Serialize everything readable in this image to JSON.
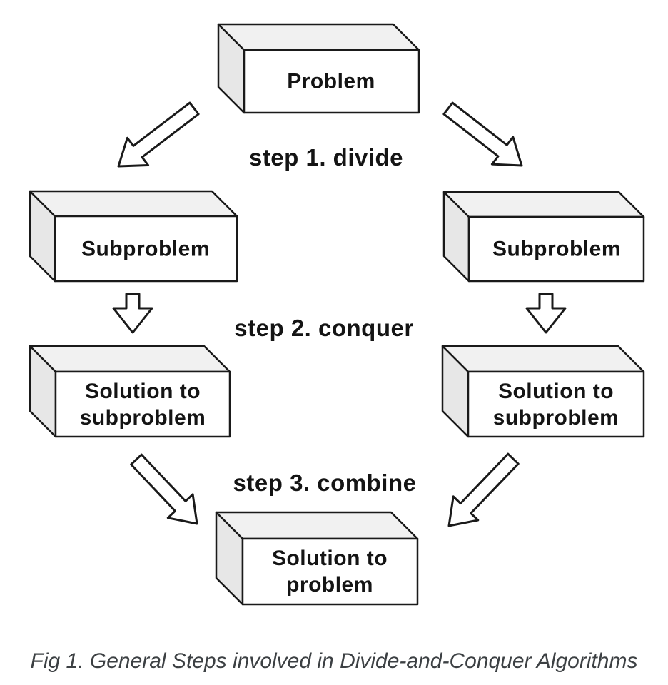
{
  "diagram": {
    "boxes": {
      "problem": {
        "label": "Problem"
      },
      "subproblem_left": {
        "label": "Subproblem"
      },
      "subproblem_right": {
        "label": "Subproblem"
      },
      "solution_sub_left": {
        "label": "Solution to\nsubproblem"
      },
      "solution_sub_right": {
        "label": "Solution to\nsubproblem"
      },
      "solution_problem": {
        "label": "Solution to\nproblem"
      }
    },
    "steps": {
      "step1": "step 1. divide",
      "step2": "step 2. conquer",
      "step3": "step 3. combine"
    }
  },
  "caption": "Fig 1. General Steps involved in Divide-and-Conquer Algorithms",
  "colors": {
    "box_front": "#ffffff",
    "box_top": "#f1f1f1",
    "box_side": "#e7e7e7",
    "outline": "#1a1a1a",
    "label_text": "#141414",
    "caption_text": "#3c4043"
  }
}
